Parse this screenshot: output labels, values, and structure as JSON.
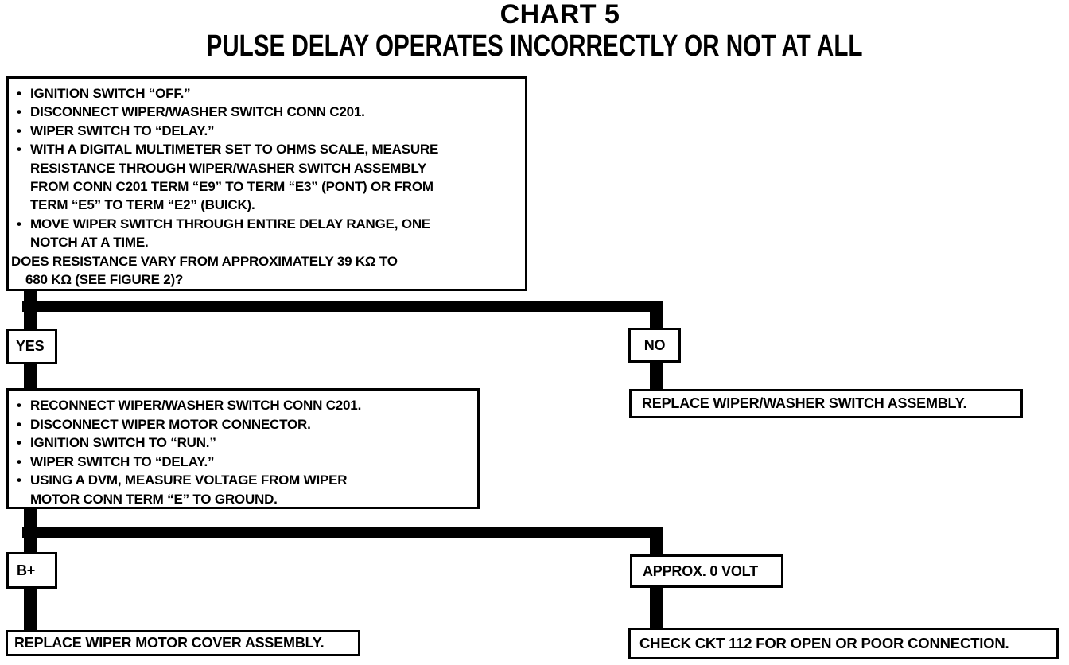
{
  "title": {
    "line1": "CHART 5",
    "line2": "PULSE DELAY OPERATES INCORRECTLY OR NOT AT ALL"
  },
  "step1": {
    "lines": [
      {
        "text": "IGNITION SWITCH “OFF.”"
      },
      {
        "text": "DISCONNECT WIPER/WASHER SWITCH CONN C201."
      },
      {
        "text": "WIPER SWITCH TO “DELAY.”"
      },
      {
        "text": "WITH A DIGITAL MULTIMETER SET TO OHMS SCALE, MEASURE"
      },
      {
        "text": "RESISTANCE THROUGH WIPER/WASHER SWITCH ASSEMBLY"
      },
      {
        "text": "FROM CONN C201 TERM “E9” TO TERM “E3” (PONT) OR FROM"
      },
      {
        "text": "TERM “E5” TO TERM “E2” (BUICK)."
      },
      {
        "text": "MOVE WIPER SWITCH THROUGH ENTIRE DELAY RANGE, ONE"
      },
      {
        "text": "NOTCH AT A TIME."
      },
      {
        "text": "DOES RESISTANCE VARY FROM APPROXIMATELY 39 KΩ TO"
      },
      {
        "text": "680 KΩ (SEE FIGURE 2)?"
      }
    ]
  },
  "branch1": {
    "yes_label": "YES",
    "no_label": "NO",
    "no_action": "REPLACE WIPER/WASHER SWITCH ASSEMBLY."
  },
  "step2": {
    "lines": [
      {
        "text": "RECONNECT WIPER/WASHER SWITCH CONN C201."
      },
      {
        "text": "DISCONNECT WIPER MOTOR CONNECTOR."
      },
      {
        "text": "IGNITION SWITCH TO “RUN.”"
      },
      {
        "text": "WIPER SWITCH TO “DELAY.”"
      },
      {
        "text": "USING A DVM, MEASURE VOLTAGE FROM WIPER"
      },
      {
        "text": "MOTOR CONN TERM “E” TO GROUND."
      }
    ]
  },
  "branch2": {
    "left_label": "B+",
    "right_label": "APPROX. 0 VOLT",
    "left_action": "REPLACE WIPER MOTOR COVER ASSEMBLY.",
    "right_action": "CHECK CKT 112 FOR OPEN OR POOR CONNECTION."
  },
  "colors": {
    "ink": "#000000",
    "paper": "#ffffff"
  }
}
